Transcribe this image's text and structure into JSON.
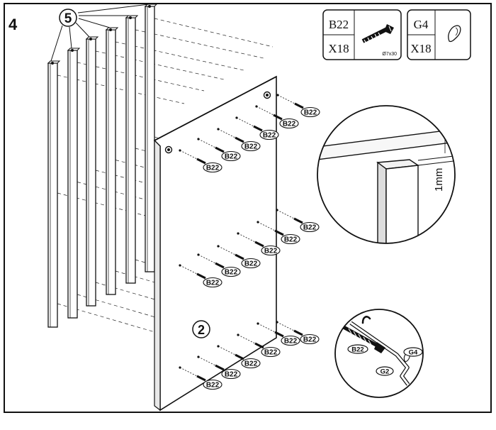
{
  "step": {
    "number": "4"
  },
  "callouts": {
    "slats_part": "5",
    "panel_part": "2"
  },
  "legend": [
    {
      "part": "B22",
      "qty": "X18",
      "size_label": "Ø7x30",
      "icon": "screw-icon"
    },
    {
      "part": "G4",
      "qty": "X18",
      "icon": "cap-icon"
    }
  ],
  "screw_label": "B22",
  "detail_gap": {
    "label": "1mm"
  },
  "detail_tool": {
    "screw_label": "B22",
    "key_label": "G2",
    "cap_label": "G4",
    "icon": "hex-key-icon"
  }
}
